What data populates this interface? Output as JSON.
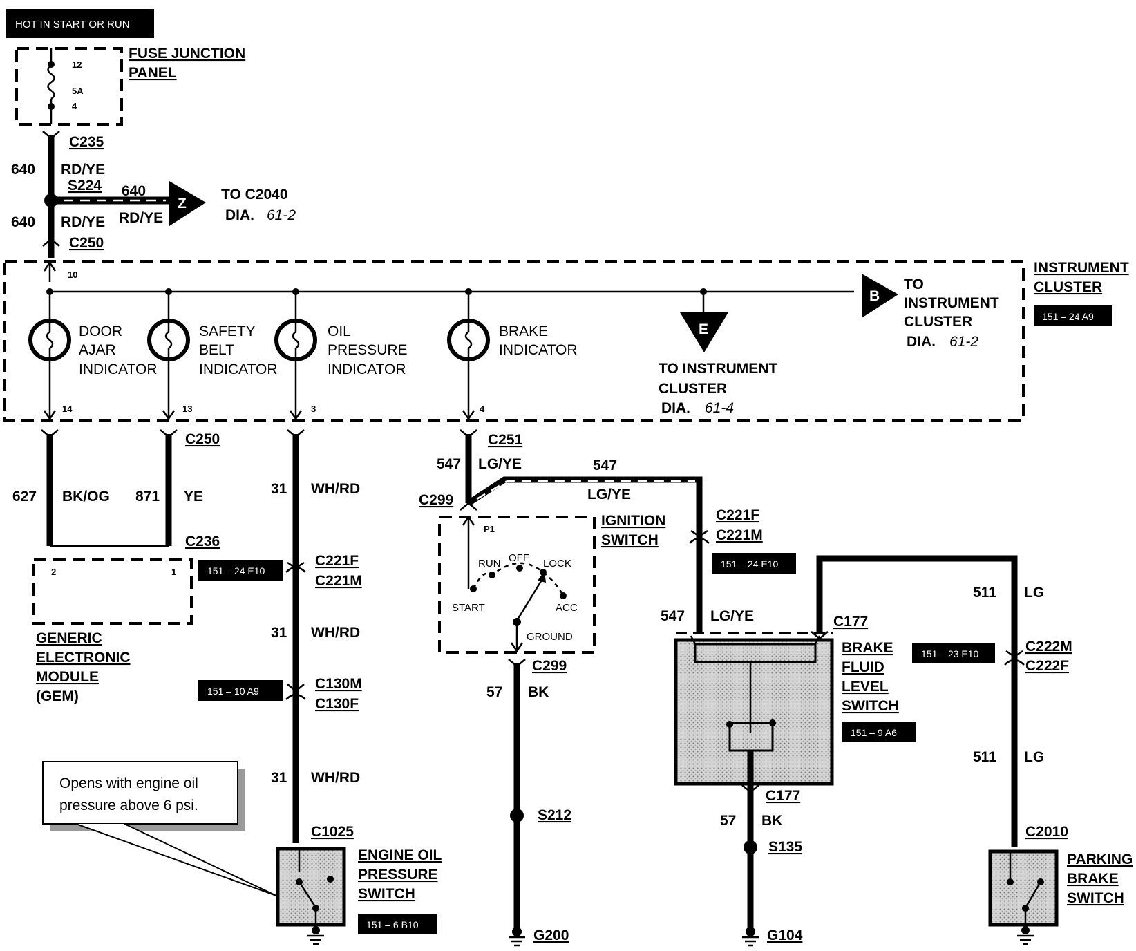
{
  "header": {
    "label": "HOT IN START OR RUN"
  },
  "fuse_panel": {
    "title_line1": "FUSE JUNCTION",
    "title_line2": "PANEL",
    "pin_top": "12",
    "rating": "5A",
    "pin_bottom": "4"
  },
  "top_feed": {
    "c235": "C235",
    "circuit_a": "640",
    "color_a": "RD/YE",
    "splice": "S224",
    "circuit_b": "640",
    "color_b": "RD/YE",
    "c250": "C250",
    "pin": "10"
  },
  "branch_z": {
    "circuit": "640",
    "color": "RD/YE",
    "arrow": "Z",
    "to": "TO C2040",
    "dia_label": "DIA.",
    "dia_num": "61-2"
  },
  "cluster": {
    "title_line1": "INSTRUMENT",
    "title_line2": "CLUSTER",
    "ref": "151 – 24 A9",
    "arrow_b": "B",
    "to_b_line1": "TO",
    "to_b_line2": "INSTRUMENT",
    "to_b_line3": "CLUSTER",
    "to_b_dia": "DIA.",
    "to_b_num": "61-2",
    "arrow_e": "E",
    "to_e_line1": "TO INSTRUMENT",
    "to_e_line2": "CLUSTER",
    "to_e_dia": "DIA.",
    "to_e_num": "61-4",
    "indicators": [
      {
        "line1": "DOOR",
        "line2": "AJAR",
        "line3": "INDICATOR",
        "pin": "14"
      },
      {
        "line1": "SAFETY",
        "line2": "BELT",
        "line3": "INDICATOR",
        "pin": "13"
      },
      {
        "line1": "OIL",
        "line2": "PRESSURE",
        "line3": "INDICATOR",
        "pin": "3"
      },
      {
        "line1": "BRAKE",
        "line2": "INDICATOR",
        "line3": "",
        "pin": "4"
      }
    ]
  },
  "gem_wires": {
    "c250": "C250",
    "circuit_a": "627",
    "color_a": "BK/OG",
    "circuit_b": "871",
    "color_b": "YE",
    "c236": "C236",
    "pin_a": "2",
    "pin_b": "1",
    "ref": "151 – 24 E10"
  },
  "gem": {
    "line1": "GENERIC",
    "line2": "ELECTRONIC",
    "line3": "MODULE",
    "line4": "(GEM)"
  },
  "oil_circuit": {
    "circuit": "31",
    "color": "WH/RD",
    "c221f": "C221F",
    "c221m": "C221M",
    "c130m": "C130M",
    "c130f": "C130F",
    "ref": "151 – 10 A9",
    "c1025": "C1025"
  },
  "oil_switch": {
    "line1": "ENGINE OIL",
    "line2": "PRESSURE",
    "line3": "SWITCH",
    "ref": "151 – 6 B10"
  },
  "note": {
    "line1": "Opens with engine oil",
    "line2": "pressure above 6 psi."
  },
  "brake_circuit": {
    "c251": "C251",
    "circuit": "547",
    "color": "LG/YE",
    "c299_top": "C299",
    "branch_circuit": "547",
    "branch_color": "LG/YE",
    "c221f": "C221F",
    "c221m": "C221M",
    "ref": "151 – 24 E10",
    "lower_circuit": "547",
    "lower_color": "LG/YE"
  },
  "ignition": {
    "title_line1": "IGNITION",
    "title_line2": "SWITCH",
    "p1": "P1",
    "run": "RUN",
    "off": "OFF",
    "lock": "LOCK",
    "start": "START",
    "acc": "ACC",
    "ground": "GROUND"
  },
  "ground_ign": {
    "c299": "C299",
    "circuit": "57",
    "color": "BK",
    "splice": "S212",
    "ground": "G200"
  },
  "brake_fluid": {
    "c177_top": "C177",
    "line1": "BRAKE",
    "line2": "FLUID",
    "line3": "LEVEL",
    "line4": "SWITCH",
    "ref": "151 – 9 A6",
    "c177_bottom": "C177",
    "circuit": "57",
    "color": "BK",
    "splice": "S135",
    "ground": "G104"
  },
  "parking": {
    "circuit_a": "511",
    "color_a": "LG",
    "ref": "151 – 23 E10",
    "c222m": "C222M",
    "c222f": "C222F",
    "circuit_b": "511",
    "color_b": "LG",
    "c2010": "C2010",
    "line1": "PARKING",
    "line2": "BRAKE",
    "line3": "SWITCH"
  },
  "colors": {
    "ink": "#000000",
    "paper": "#ffffff",
    "shade": "#c8c8c8"
  }
}
